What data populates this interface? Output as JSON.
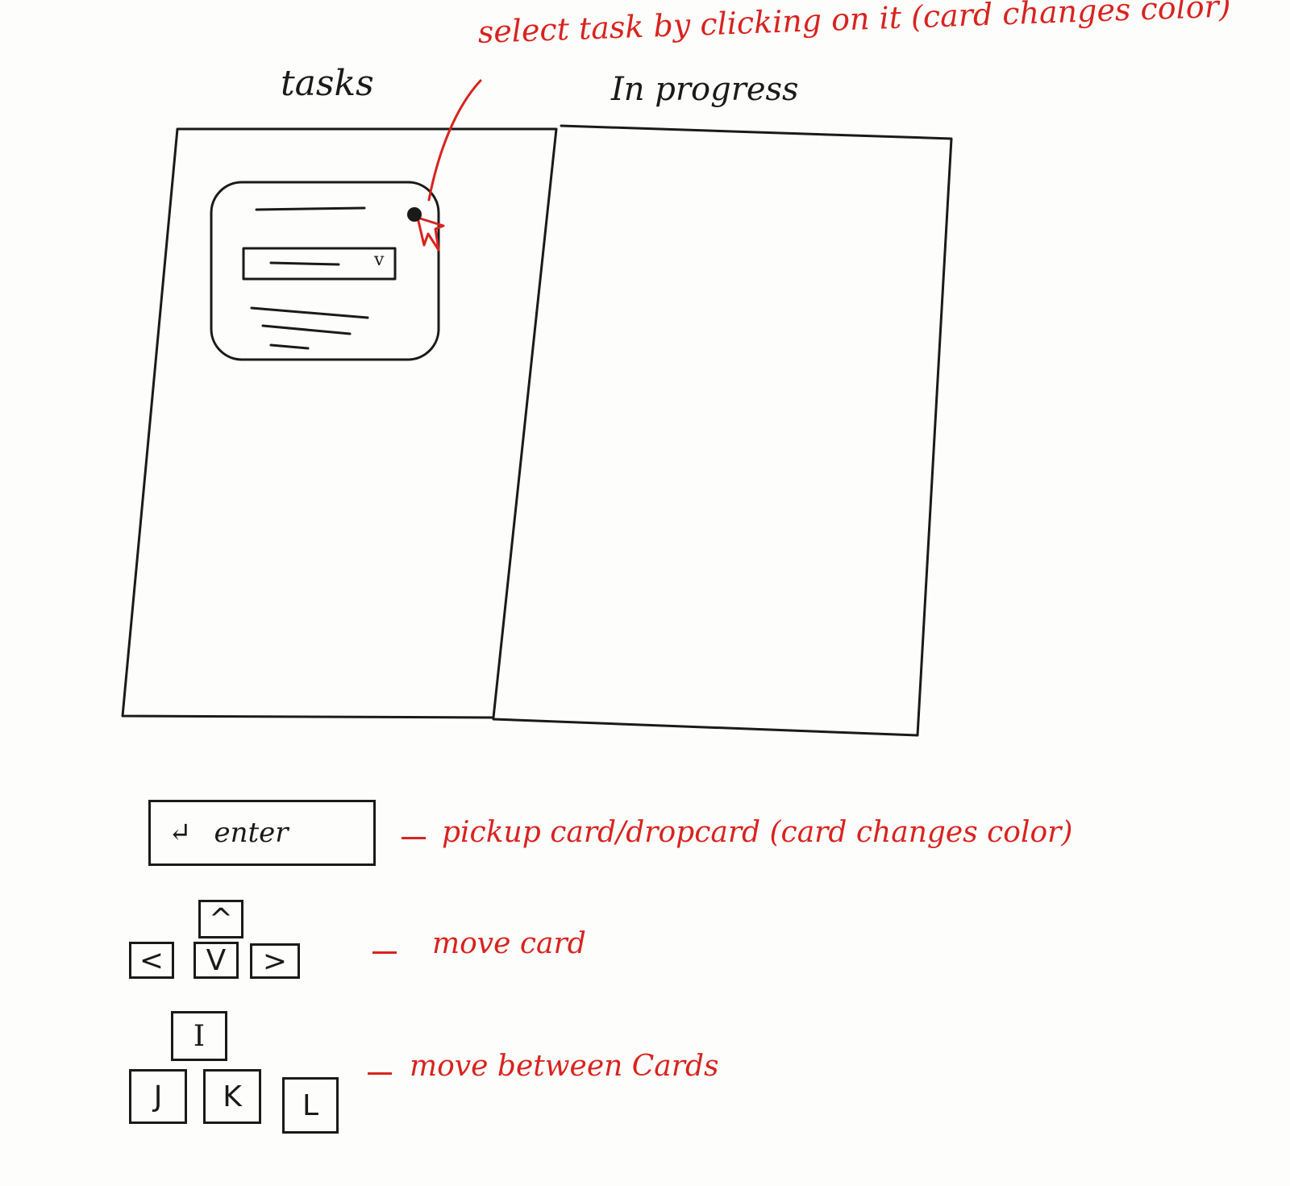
{
  "columns": [
    {
      "title": "tasks"
    },
    {
      "title": "In progress"
    }
  ],
  "annotations": {
    "select": "select task by clicking on it (card changes color)",
    "enter": "pickup card/dropcard (card changes color)",
    "move": "move card",
    "between": "move between Cards"
  },
  "keys": {
    "enter": {
      "icon": "return-arrow-icon",
      "glyph": "↵",
      "label": "enter"
    },
    "arrow_up": "^",
    "arrow_left": "<",
    "arrow_down": "V",
    "arrow_right": ">",
    "i": "I",
    "j": "J",
    "k": "K",
    "l": "L"
  },
  "card": {
    "dropdown_icon": "chevron-down-icon",
    "dropdown_glyph": "v"
  },
  "colors": {
    "ink": "#1a1a1a",
    "annotation": "#d8231f"
  }
}
